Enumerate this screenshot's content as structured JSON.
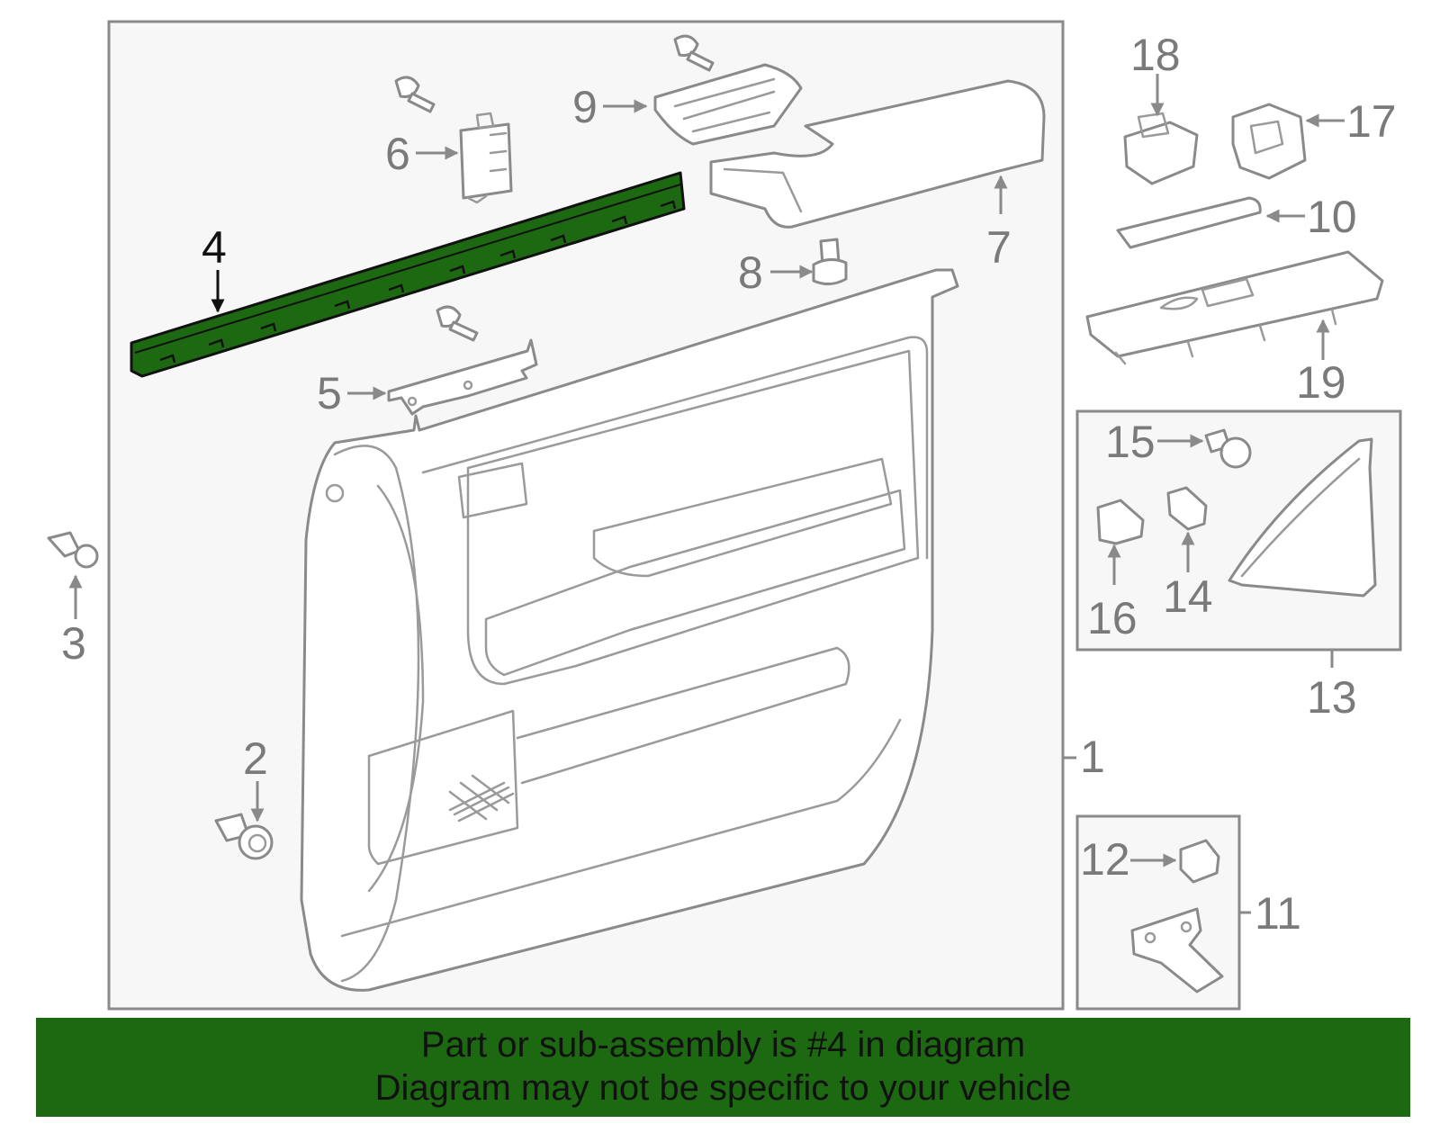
{
  "colors": {
    "highlight": "#1d6912",
    "line": "#8a8a8a",
    "frame_fill": "#f7f7f7"
  },
  "callouts": {
    "c1": "1",
    "c2": "2",
    "c3": "3",
    "c4": "4",
    "c5": "5",
    "c6": "6",
    "c7": "7",
    "c8": "8",
    "c9": "9",
    "c10": "10",
    "c11": "11",
    "c12": "12",
    "c13": "13",
    "c14": "14",
    "c15": "15",
    "c16": "16",
    "c17": "17",
    "c18": "18",
    "c19": "19"
  },
  "highlighted_part": "4",
  "banner": {
    "line1": "Part or sub-assembly is #4 in diagram",
    "line2": "Diagram may not be specific to your vehicle"
  }
}
